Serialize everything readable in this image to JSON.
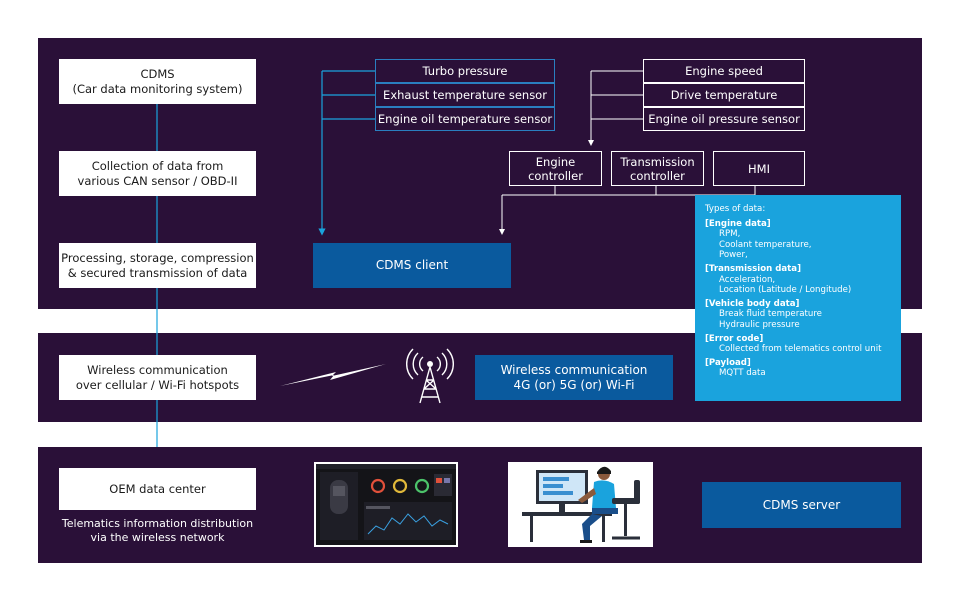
{
  "left_column": {
    "cdms": "CDMS\n(Car data monitoring system)",
    "collection": "Collection of data from\nvarious CAN sensor / OBD-II",
    "processing": "Processing, storage, compression\n& secured transmission of data",
    "wireless": "Wireless communication\nover cellular / Wi-Fi hotspots",
    "oem": "OEM data center",
    "oem_caption": "Telematics information distribution\nvia the wireless network"
  },
  "sensors_left": [
    "Turbo pressure",
    "Exhaust temperature sensor",
    "Engine oil temperature sensor"
  ],
  "sensors_right": [
    "Engine speed",
    "Drive temperature",
    "Engine oil pressure sensor"
  ],
  "controllers": [
    "Engine\ncontroller",
    "Transmission\ncontroller",
    "HMI"
  ],
  "cdms_client": "CDMS client",
  "wireless_box": "Wireless communication\n4G (or) 5G (or) Wi-Fi",
  "cdms_server": "CDMS server",
  "info": {
    "title": "Types of data:",
    "sections": [
      {
        "title": "[Engine data]",
        "items": [
          "RPM,",
          "Coolant temperature,",
          "Power,"
        ]
      },
      {
        "title": "[Transmission data]",
        "items": [
          "Acceleration,",
          "Location (Latitude / Longitude)"
        ]
      },
      {
        "title": "[Vehicle body data]",
        "items": [
          "Break fluid temperature",
          "Hydraulic pressure"
        ]
      },
      {
        "title": "[Error code]",
        "items": [
          "Collected from telematics control unit"
        ]
      },
      {
        "title": "[Payload]",
        "items": [
          "MQTT data"
        ]
      }
    ]
  },
  "colors": {
    "band": "#2a1038",
    "blue_box": "#0a5a9e",
    "info_box": "#1aa3dd",
    "connector": "#1aa3dd"
  },
  "icons": {
    "signal": "antenna-tower-icon",
    "bolt": "lightning-bolt-icon",
    "dashboard": "dashboard-screenshot",
    "worker": "person-at-desk-illustration"
  }
}
